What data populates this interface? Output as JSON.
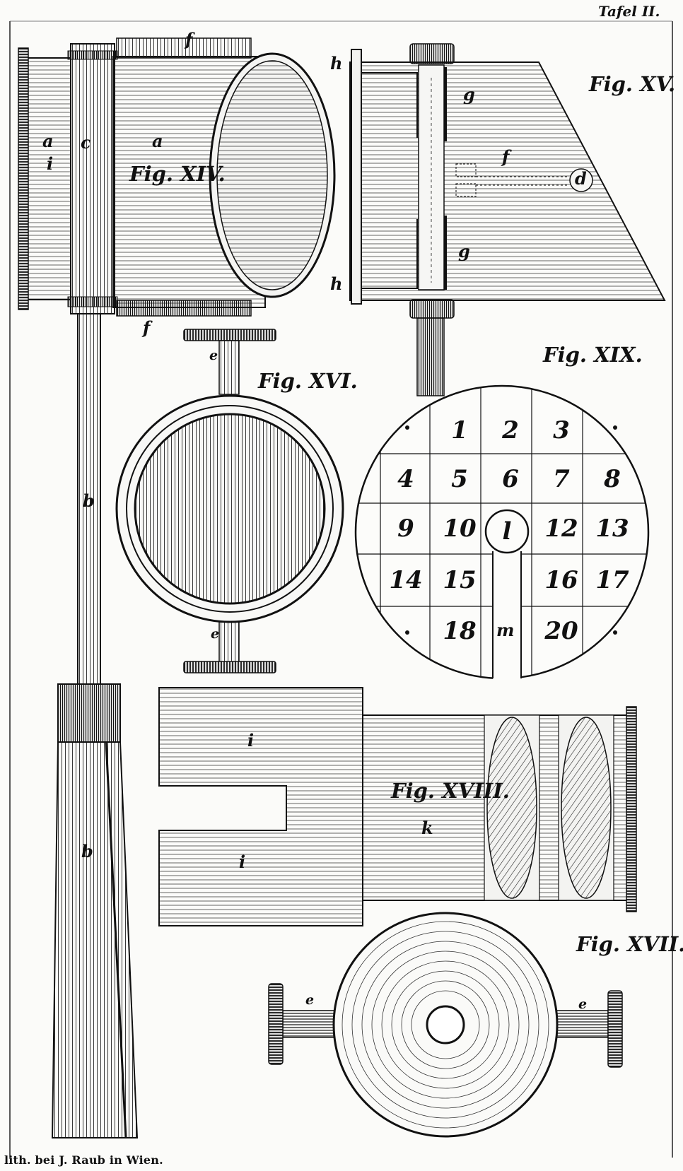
{
  "plate": {
    "tafel": "Tafel II.",
    "credit": "lith. bei J. Raub in Wien.",
    "figures": [
      "Fig. XIV.",
      "Fig. XV.",
      "Fig. XVI.",
      "Fig. XVII.",
      "Fig. XVIII.",
      "Fig. XIX."
    ]
  },
  "fig14": {
    "labels": [
      "f",
      "f",
      "a",
      "i",
      "c",
      "a",
      "b",
      "b"
    ]
  },
  "fig15": {
    "labels": [
      "h",
      "h",
      "g",
      "g",
      "f",
      "d"
    ]
  },
  "fig16": {
    "labels": [
      "e",
      "e"
    ]
  },
  "fig17": {
    "labels": [
      "e",
      "e"
    ]
  },
  "fig18": {
    "labels": [
      "i",
      "i",
      "k"
    ]
  },
  "fig19": {
    "numbers": [
      "1",
      "2",
      "3",
      "4",
      "5",
      "6",
      "7",
      "8",
      "9",
      "10",
      "12",
      "13",
      "14",
      "15",
      "16",
      "17",
      "18",
      "20"
    ],
    "center_label": "l",
    "slot_label": "m"
  }
}
